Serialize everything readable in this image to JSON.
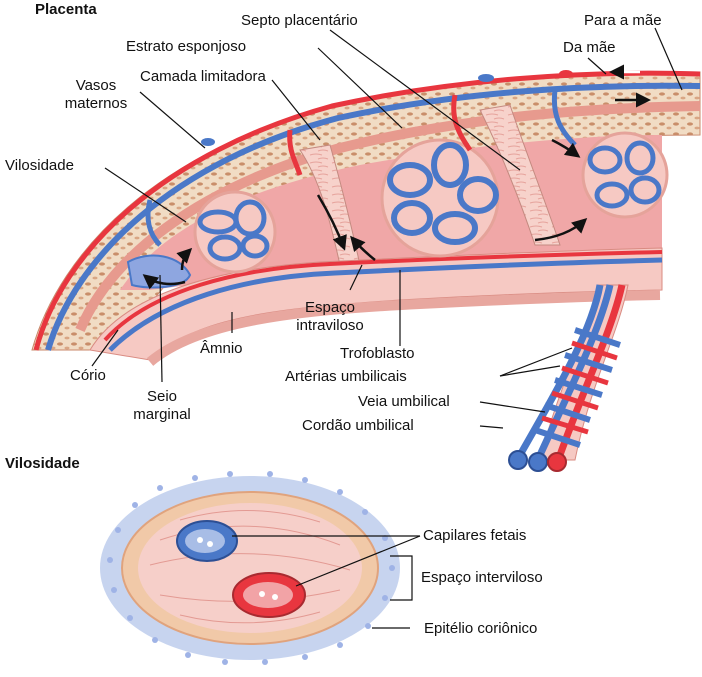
{
  "headings": {
    "placenta": "Placenta",
    "vilosidade": "Vilosidade"
  },
  "labels": {
    "septo_placentario": "Septo placentário",
    "para_a_mae": "Para a mãe",
    "estrato_esponjoso": "Estrato esponjoso",
    "da_mae": "Da mãe",
    "vasos_maternos_1": "Vasos",
    "vasos_maternos_2": "maternos",
    "camada_limitadora": "Camada limitadora",
    "vilosidade": "Vilosidade",
    "espaco_intraviloso_1": "Espaço",
    "espaco_intraviloso_2": "intraviloso",
    "amnio": "Âmnio",
    "trofoblasto": "Trofoblasto",
    "corio": "Cório",
    "seio_marginal_1": "Seio",
    "seio_marginal_2": "marginal",
    "arterias_umbilicais": "Artérias umbilicais",
    "veia_umbilical": "Veia umbilical",
    "cordao_umbilical": "Cordão umbilical",
    "capilares_fetais": "Capilares fetais",
    "espaco_interviloso": "Espaço interviloso",
    "epitelio_corionico": "Epitélio coriônico"
  },
  "colors": {
    "artery_red": "#e8363f",
    "vein_blue": "#4a78c8",
    "tissue_pink": "#f6c9c3",
    "decidua_tan": "#f1dcc4",
    "intervillous_pink": "#f0a7a7",
    "chorion_blue": "#b9c9ec",
    "leader_line": "#111111"
  }
}
